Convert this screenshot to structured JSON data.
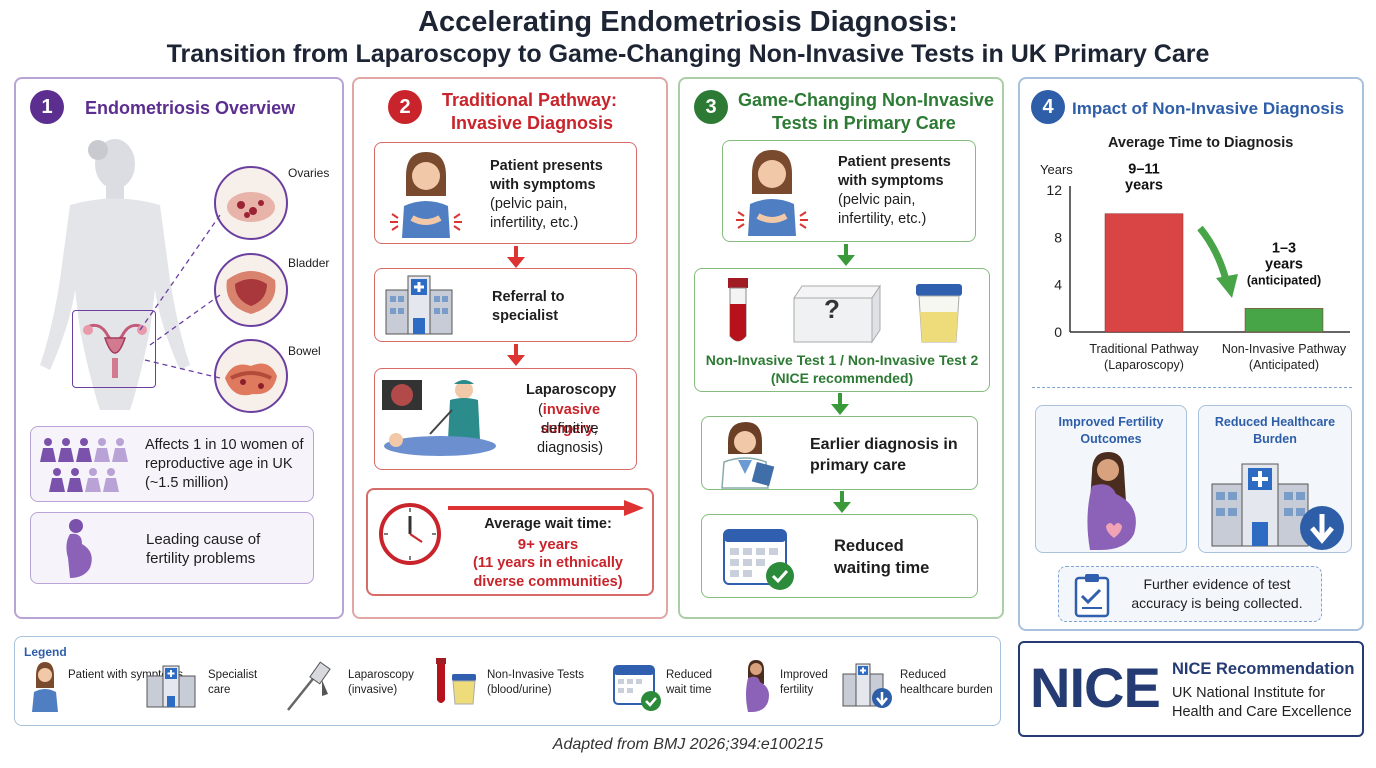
{
  "title": {
    "line1": "Accelerating Endometriosis Diagnosis:",
    "line2": "Transition from Laparoscopy to Game-Changing Non-Invasive Tests in UK Primary Care"
  },
  "panel1": {
    "number": "1",
    "title": "Endometriosis Overview",
    "organs": [
      "Ovaries",
      "Bladder",
      "Bowel"
    ],
    "stat1": "Affects 1 in 10 women of reproductive age in UK (~1.5 million)",
    "stat2": "Leading cause of fertility problems"
  },
  "panel2": {
    "number": "2",
    "title_line1": "Traditional Pathway:",
    "title_line2": "Invasive Diagnosis",
    "step1_bold": "Patient presents with symptoms",
    "step1_text": "(pelvic pain, infertility, etc.)",
    "step2": "Referral to specialist",
    "step3_bold": "Laparoscopy",
    "step3_red": "invasive surgery",
    "step3_text": "definitive diagnosis)",
    "wait_label": "Average wait time:",
    "wait_value": "9+ years",
    "wait_note": "(11 years in ethnically diverse communities)"
  },
  "panel3": {
    "number": "3",
    "title_line1": "Game-Changing Non-Invasive",
    "title_line2": "Tests in Primary Care",
    "step1_bold": "Patient presents with symptoms",
    "step1_text": "(pelvic pain, infertility, etc.)",
    "tests": "Non-Invasive Test 1 / Non-Invasive Test 2",
    "tests_note": "(NICE recommended)",
    "step3": "Earlier diagnosis in primary care",
    "step4": "Reduced waiting time",
    "question_mark": "?"
  },
  "panel4": {
    "number": "4",
    "title": "Impact of Non-Invasive Diagnosis",
    "benefit1": "Improved Fertility Outcomes",
    "benefit2": "Reduced Healthcare Burden",
    "evidence": "Further evidence of test accuracy is being collected."
  },
  "chart_data": {
    "type": "bar",
    "title": "Average Time to Diagnosis",
    "ylabel": "Years",
    "ylim": [
      0,
      12
    ],
    "yticks": [
      0,
      4,
      8,
      12
    ],
    "categories": [
      "Traditional Pathway (Laparoscopy)",
      "Non-Invasive Pathway (Anticipated)"
    ],
    "values": [
      10,
      2
    ],
    "ranges": [
      [
        9,
        11
      ],
      [
        1,
        3
      ]
    ],
    "data_labels": [
      "9–11 years",
      "1–3 years"
    ],
    "annotation": "(anticipated)",
    "colors": [
      "#d94545",
      "#47a447"
    ]
  },
  "legend": {
    "title": "Legend",
    "items": [
      "Patient with symptoms",
      "Specialist care",
      "Laparoscopy (invasive)",
      "Non-Invasive Tests (blood/urine)",
      "Reduced wait time",
      "Improved fertility",
      "Reduced healthcare burden"
    ]
  },
  "nice": {
    "logo": "NICE",
    "heading": "NICE Recommendation",
    "text": "UK National Institute for Health and Care Excellence"
  },
  "footer": "Adapted from BMJ 2026;394:e100215",
  "colors": {
    "purple": "#6b3fa0",
    "red": "#c9242b",
    "green": "#2c7a33",
    "blue": "#253b73"
  }
}
